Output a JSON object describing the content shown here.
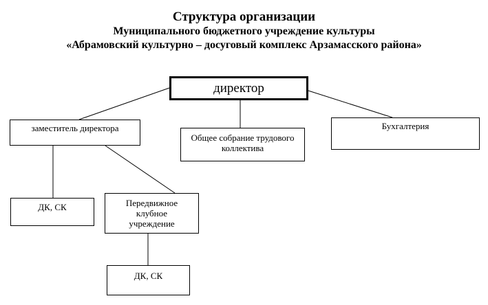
{
  "title": {
    "line1": "Структура организации",
    "line2": "Муниципального бюджетного учреждение культуры",
    "line3": "«Абрамовский культурно – досуговый комплекс Арзамасского района»"
  },
  "nodes": {
    "director": "директор",
    "deputy": "заместитель директора",
    "assembly": "Общее собрание трудового коллектива",
    "accounting": "Бухгалтерия",
    "dk_sk_left": "ДК, СК",
    "mobile_club": "Передвижное клубное учреждение",
    "dk_sk_bottom": "ДК, СК"
  }
}
